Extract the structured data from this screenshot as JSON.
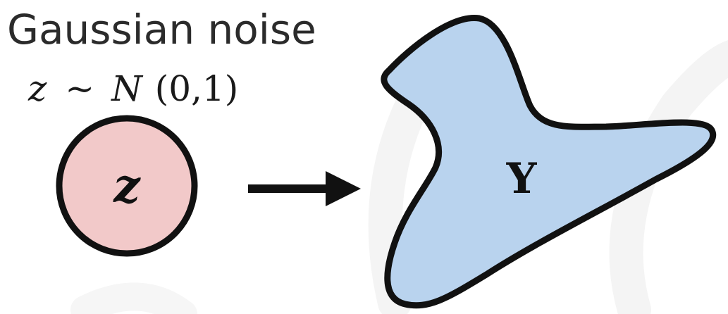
{
  "diagram": {
    "heading": "Gaussian noise",
    "formula": {
      "variable": "z",
      "relation": "~",
      "distribution": "N",
      "params": "(0,1)"
    },
    "input_node": {
      "label": "z",
      "fill": "#f2c9c9"
    },
    "output_node": {
      "label": "Y",
      "fill": "#b9d3ee"
    },
    "stroke_color": "#111111",
    "watermark_color": "#f3f3f3"
  }
}
